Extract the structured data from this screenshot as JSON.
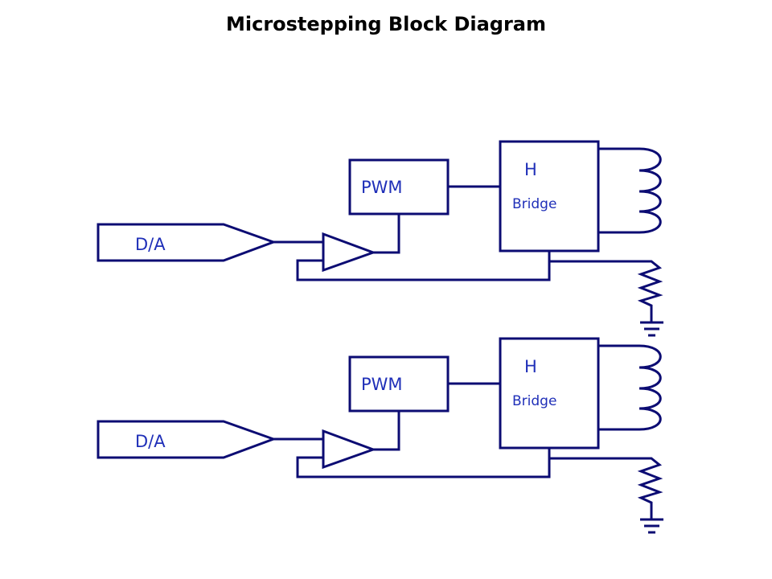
{
  "title": "Microstepping Block Diagram",
  "colors": {
    "line": "#0c0c73",
    "label": "#1f2fb8",
    "title": "#000000",
    "background": "#ffffff"
  },
  "channels": [
    {
      "dac_label": "D/A",
      "pwm_label": "PWM",
      "hbridge_label_line1": "H",
      "hbridge_label_line2": "Bridge",
      "components": [
        "D/A converter",
        "comparator/amplifier",
        "PWM",
        "H bridge",
        "motor coil",
        "sense resistor",
        "ground"
      ]
    },
    {
      "dac_label": "D/A",
      "pwm_label": "PWM",
      "hbridge_label_line1": "H",
      "hbridge_label_line2": "Bridge",
      "components": [
        "D/A converter",
        "comparator/amplifier",
        "PWM",
        "H bridge",
        "motor coil",
        "sense resistor",
        "ground"
      ]
    }
  ]
}
